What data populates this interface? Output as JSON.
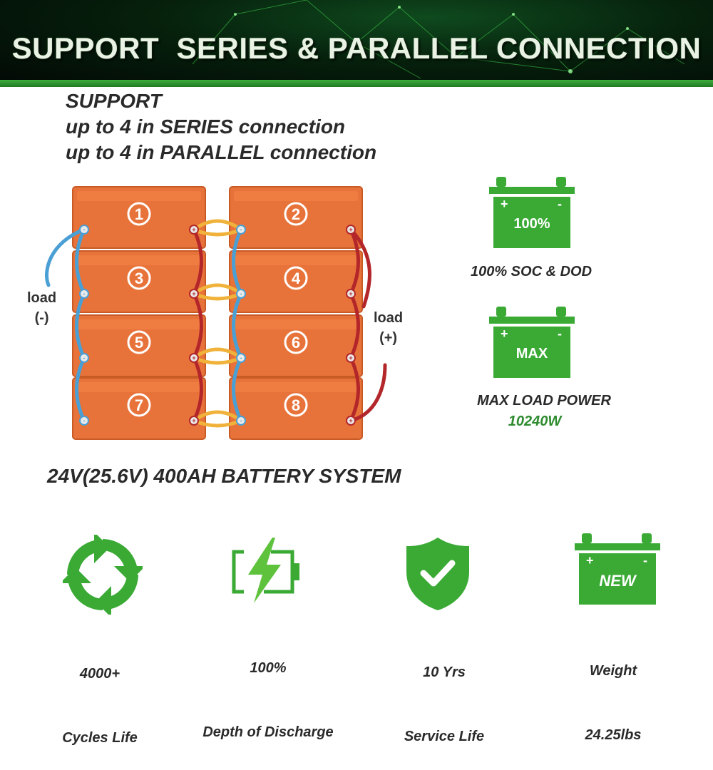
{
  "banner": {
    "title": "SUPPORT  SERIES & PARALLEL CONNECTION"
  },
  "support": {
    "line1": "SUPPORT",
    "line2": "up to 4 in SERIES connection",
    "line3": "up to 4 in PARALLEL connection"
  },
  "diagram": {
    "batteries": [
      "1",
      "2",
      "3",
      "4",
      "5",
      "6",
      "7",
      "8"
    ],
    "load_neg": {
      "line1": "load",
      "line2": "(-)"
    },
    "load_pos": {
      "line1": "load",
      "line2": "(+)"
    },
    "terminal_pos": "+",
    "terminal_neg": "-"
  },
  "system_title": "24V(25.6V) 400AH BATTERY SYSTEM",
  "badges": {
    "soc_icon_text": "100%",
    "soc_label": "100% SOC & DOD",
    "max_icon_text": "MAX",
    "max_label": "MAX LOAD POWER",
    "max_value": "10240W"
  },
  "features": {
    "cycles": {
      "line1": "4000+",
      "line2": "Cycles Life"
    },
    "discharge": {
      "line1": "100%",
      "line2": "Depth of Discharge"
    },
    "service": {
      "line1": "10 Yrs",
      "line2": "Service Life"
    },
    "weight_icon_text": "NEW",
    "weight": {
      "line1": "Weight",
      "line2": "24.25lbs"
    }
  },
  "colors": {
    "battery_orange": "#e8733a",
    "battery_top": "#f07e44",
    "cable_blue": "#4a9fd4",
    "cable_red": "#b3262a",
    "cable_yellow": "#f0b23a",
    "icon_green": "#3aaa35",
    "accent_green": "#2e8b2e"
  }
}
